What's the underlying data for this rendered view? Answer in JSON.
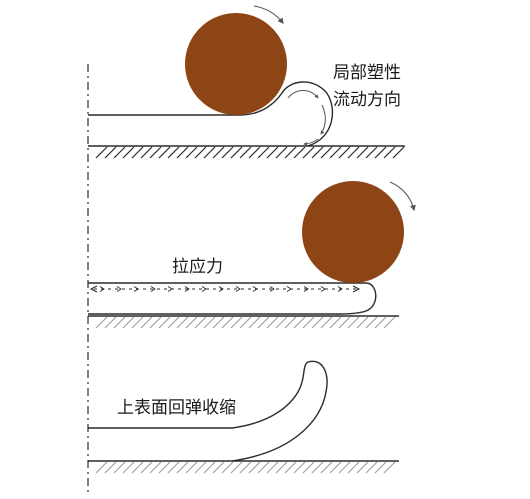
{
  "labels": {
    "stage1_line1": "局部塑性",
    "stage1_line2": "流动方向",
    "stage2": "拉应力",
    "stage3": "上表面回弹收缩"
  },
  "colors": {
    "roller": "#8e4516",
    "outline": "#2b2b2b",
    "hatch_light": "#9a9a9a"
  }
}
